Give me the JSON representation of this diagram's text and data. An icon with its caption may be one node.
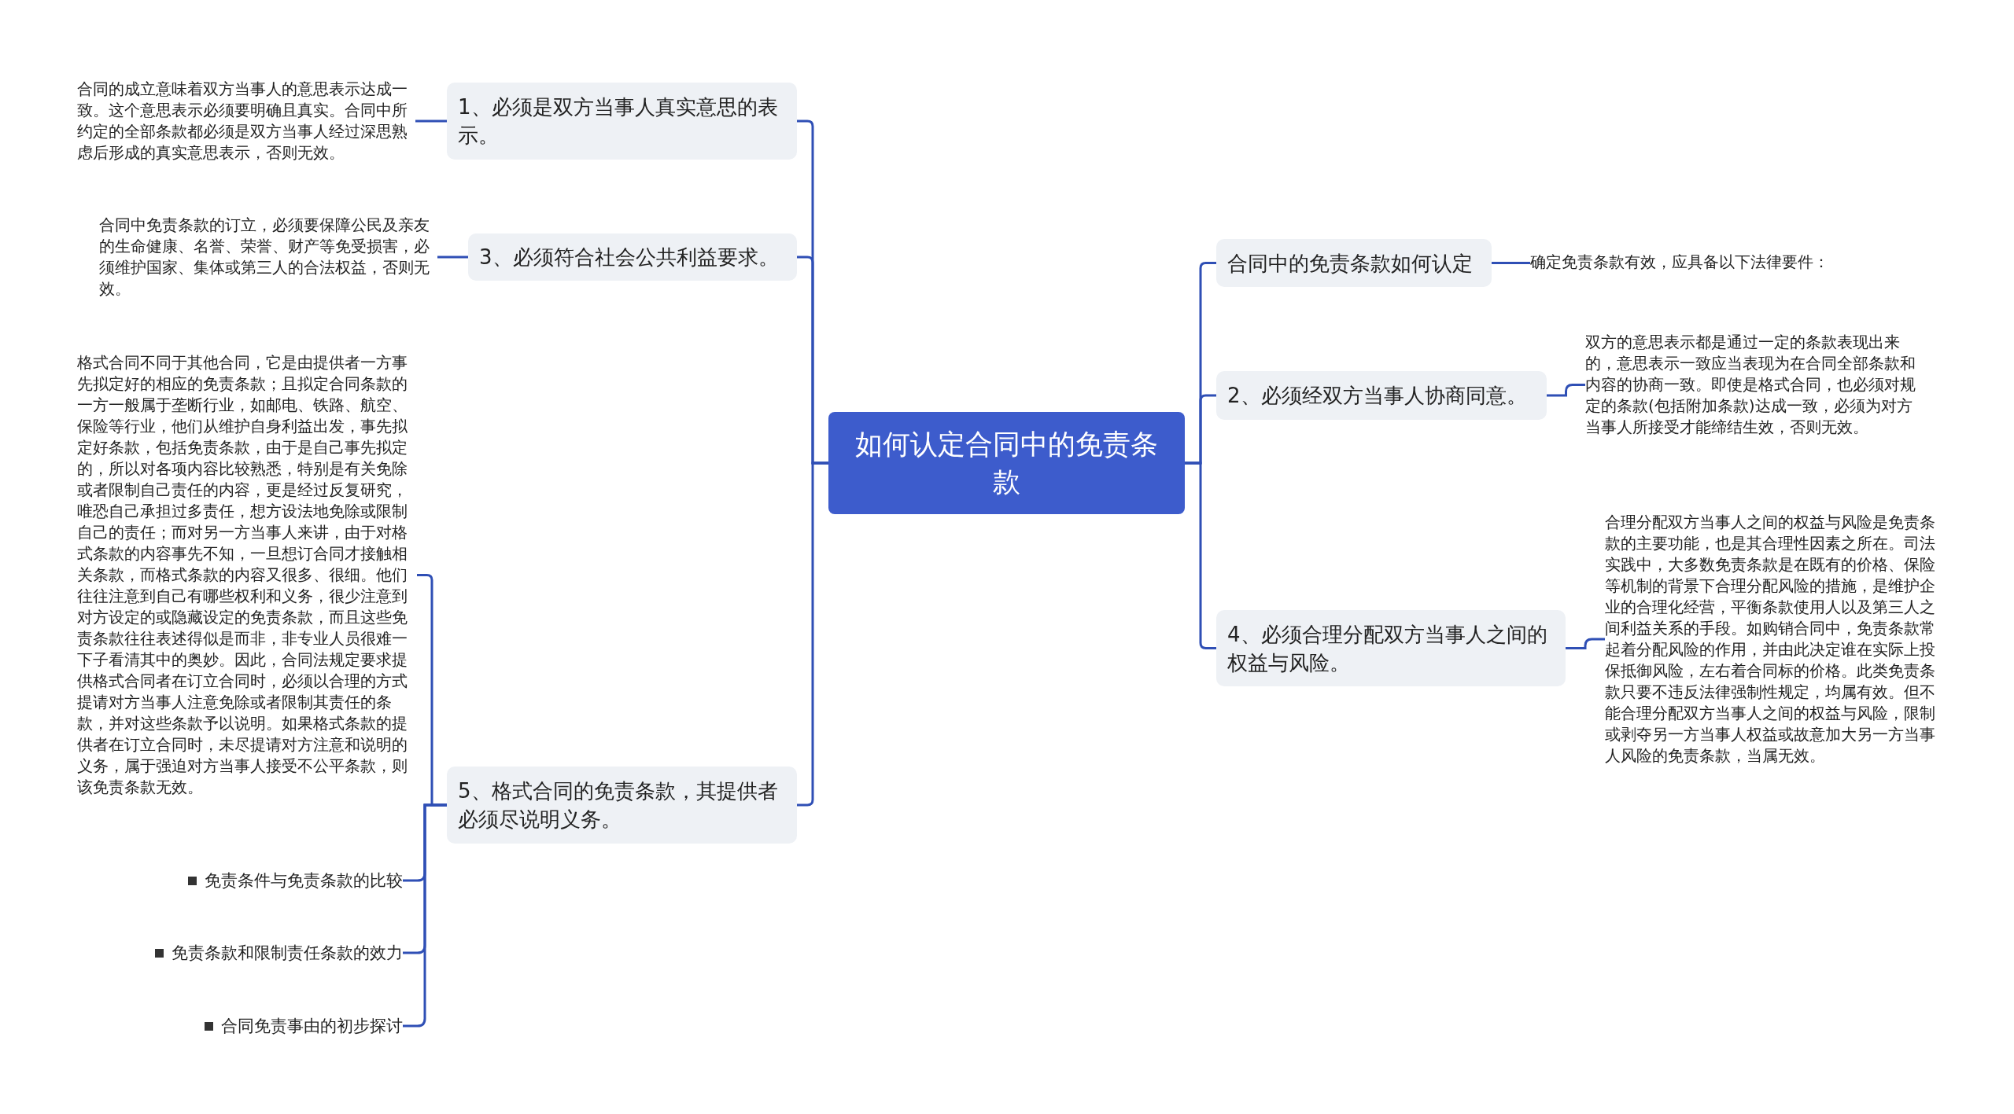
{
  "diagram": {
    "nodes": [
      {
        "text": [
          "如何认定合同中的免责条款"
        ]
      },
      {
        "text": [
          "1、必须是双方当事人真实意思的表示。"
        ]
      },
      {
        "text": [
          "合同的成立意味着双方当事人的意思表示达成一致。这个意思表示必须要明确且真实。合同中所约定的全部条款都必须是双方当事人经过深思熟虑后形成的真实意思表示，否则无效。"
        ]
      },
      {
        "text": [
          "3、必须符合社会公共利益要求。"
        ]
      },
      {
        "text": [
          "合同中免责条款的订立，必须要保障公民及亲友的生命健康、名誉、荣誉、财产等免受损害，必须维护国家、集体或第三人的合法权益，否则无效。"
        ]
      },
      {
        "text": [
          "5、格式合同的免责条款，其提供者必须尽说明义务。"
        ]
      },
      {
        "text": [
          "格式合同不同于其他合同，它是由提供者一方事先拟定好的相应的免责条款；且拟定合同条款的一方一般属于垄断行业，如邮电、铁路、航空、保险等行业，他们从维护自身利益出发，事先拟定好条款，包括免责条款，由于是自己事先拟定的，所以对各项内容比较熟悉，特别是有关免除或者限制自己责任的内容，更是经过反复研究，唯恐自己承担过多责任，想方设法地免除或限制自己的责任；而对另一方当事人来讲，由于对格式条款的内容事先不知，一旦想订合同才接触相关条款，而格式条款的内容又很多、很细。他们往往注意到自己有哪些权利和义务，很少注意到对方设定的或隐藏设定的免责条款，而且这些免责条款往往表述得似是而非，非专业人员很难一下子看清其中的奥妙。因此，合同法规定要求提供格式合同者在订立合同时，必须以合理的方式提请对方当事人注意免除或者限制其责任的条款，并对这些条款予以说明。如果格式条款的提供者在订立合同时，未尽提请对方注意和说明的义务，属于强迫对方当事人接受不公平条款，则该免责条款无效。"
        ]
      },
      {
        "text": [
          "免责条件与免责条款的比较"
        ]
      },
      {
        "text": [
          "免责条款和限制责任条款的效力"
        ]
      },
      {
        "text": [
          "合同免责事由的初步探讨"
        ]
      },
      {
        "text": [
          "合同中的免责条款如何认定"
        ]
      },
      {
        "text": [
          "确定免责条款有效，应具备以下法律要件："
        ]
      },
      {
        "text": [
          "2、必须经双方当事人协商同意。"
        ]
      },
      {
        "text": [
          "双方的意思表示都是通过一定的条款表现出来的，意思表示一致应当表现为在合同全部条款和内容的协商一致。即使是格式合同，也必须对规定的条款(包括附加条款)达成一致，必须为对方当事人所接受才能缔结生效，否则无效。"
        ]
      },
      {
        "text": [
          "4、必须合理分配双方当事人之间的权益与风险。"
        ]
      },
      {
        "text": [
          "合理分配双方当事人之间的权益与风险是免责条款的主要功能，也是其合理性因素之所在。司法实践中，大多数免责条款是在既有的价格、保险等机制的背景下合理分配风险的措施，是维护企业的合理化经营，平衡条款使用人以及第三人之间利益关系的手段。如购销合同中，免责条款常起着分配风险的作用，并由此决定谁在实际上投保抵御风险，左右着合同标的价格。此类免责条款只要不违反法律强制性规定，均属有效。但不能合理分配双方当事人之间的权益与风险，限制或剥夺另一方当事人权益或故意加大另一方当事人风险的免责条款，当属无效。"
        ]
      }
    ],
    "edges": [
      {
        "from": 0,
        "to": 1,
        "arrow": "none"
      },
      {
        "from": 0,
        "to": 3,
        "arrow": "none"
      },
      {
        "from": 0,
        "to": 5,
        "arrow": "none"
      },
      {
        "from": 0,
        "to": 10,
        "arrow": "none"
      },
      {
        "from": 0,
        "to": 12,
        "arrow": "none"
      },
      {
        "from": 0,
        "to": 14,
        "arrow": "none"
      },
      {
        "from": 1,
        "to": 2,
        "arrow": "none"
      },
      {
        "from": 3,
        "to": 4,
        "arrow": "none"
      },
      {
        "from": 5,
        "to": 6,
        "arrow": "none"
      },
      {
        "from": 5,
        "to": 7,
        "arrow": "none"
      },
      {
        "from": 5,
        "to": 8,
        "arrow": "none"
      },
      {
        "from": 5,
        "to": 9,
        "arrow": "none"
      },
      {
        "from": 10,
        "to": 11,
        "arrow": "none"
      },
      {
        "from": 12,
        "to": 13,
        "arrow": "none"
      },
      {
        "from": 14,
        "to": 15,
        "arrow": "none"
      }
    ]
  }
}
